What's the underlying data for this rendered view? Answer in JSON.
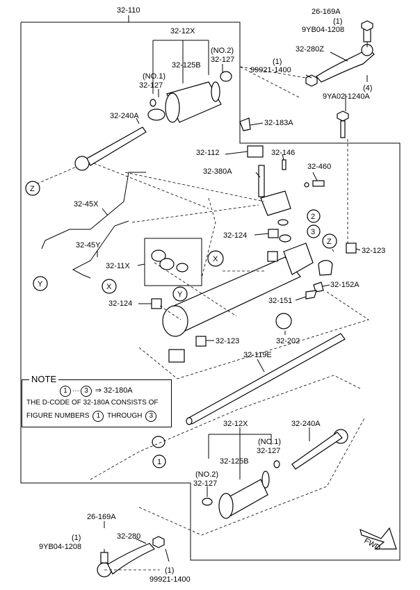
{
  "labels": {
    "l_32_110": "32-110",
    "l_26_169A_top": "26-169A",
    "l_1_a": "(1)",
    "l_9YB04_1208_top": "9YB04-1208",
    "l_32_12X_top": "32-12X",
    "l_no2_top": "(NO.2)",
    "l_32_127_top_r": "32-127",
    "l_32_125B_top": "32-125B",
    "l_no1_top": "(NO.1)",
    "l_32_127_top_l": "32-127",
    "l_32_280Z": "32-280Z",
    "l_1_b": "(1)",
    "l_99921_1400_top": "99921-1400",
    "l_4": "(4)",
    "l_9YA02_1240A": "9YA02-1240A",
    "l_32_240A_top": "32-240A",
    "l_32_183A": "32-183A",
    "l_32_112": "32-112",
    "l_32_146": "32-146",
    "l_32_380A": "32-380A",
    "l_32_460": "32-460",
    "l_32_45X": "32-45X",
    "l_32_124_a": "32-124",
    "l_32_123_a": "32-123",
    "l_32_45Y": "32-45Y",
    "l_32_11X": "32-11X",
    "l_32_152A": "32-152A",
    "l_32_124_b": "32-124",
    "l_32_151": "32-151",
    "l_32_123_b": "32-123",
    "l_32_202": "32-202",
    "l_32_119E": "32-119E",
    "l_32_12X_bot": "32-12X",
    "l_32_240A_bot": "32-240A",
    "l_no1_bot": "(NO.1)",
    "l_32_127_bot_r": "32-127",
    "l_32_125B_bot": "32-125B",
    "l_no2_bot": "(NO.2)",
    "l_32_127_bot_l": "32-127",
    "l_26_169A_bot": "26-169A",
    "l_1_c": "(1)",
    "l_9YB04_1208_bot": "9YB04-1208",
    "l_32_280": "32-280",
    "l_1_d": "(1)",
    "l_99921_1400_bot": "99921-1400",
    "fwd": "FWD"
  },
  "callouts": {
    "c_Z_left": "Z",
    "c_Y_left": "Y",
    "c_X_left": "X",
    "c_X_mid": "X",
    "c_Y_mid": "Y",
    "c_Z_mid": "Z",
    "c_2": "2",
    "c_3": "3",
    "c_1_bot": "1"
  },
  "note": {
    "title": "NOTE",
    "from_num": "1",
    "dots": "···",
    "to_num": "3",
    "arrow_ref": "⇒ 32-180A",
    "line2": "THE D-CODE OF 32-180A CONSISTS OF",
    "line3_a": "FIGURE NUMBERS",
    "line3_num1": "1",
    "line3_mid": "THROUGH",
    "line3_num2": "3"
  }
}
